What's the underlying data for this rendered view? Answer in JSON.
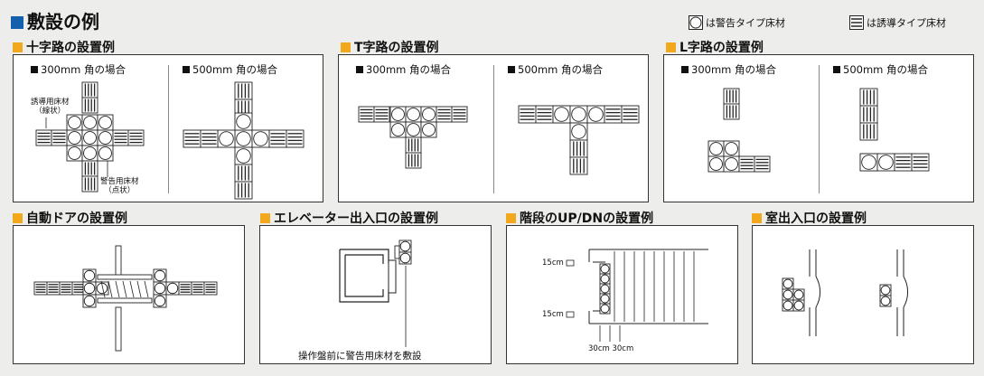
{
  "page_title": "敷設の例",
  "legend": {
    "warning": "は警告タイプ床材",
    "guide": "は誘導タイプ床材"
  },
  "sections": {
    "cross": {
      "title": "十字路の設置例",
      "sub300": "300mm 角の場合",
      "sub500": "500mm 角の場合",
      "note_guide": [
        "誘導用床材",
        "（線状）"
      ],
      "note_warn": [
        "警告用床材",
        "（点状）"
      ]
    },
    "tee": {
      "title": "T字路の設置例",
      "sub300": "300mm 角の場合",
      "sub500": "500mm 角の場合"
    },
    "ell": {
      "title": "L字路の設置例",
      "sub300": "300mm 角の場合",
      "sub500": "500mm 角の場合"
    },
    "door": {
      "title": "自動ドアの設置例"
    },
    "elevator": {
      "title": "エレベーター出入口の設置例",
      "caption": "操作盤前に警告用床材を敷設"
    },
    "stairs": {
      "title": "階段のUP/DNの設置例",
      "label_top": "15cm",
      "label_bottom": "15cm",
      "label_width": "30cm 30cm"
    },
    "room": {
      "title": "室出入口の設置例"
    }
  },
  "colors": {
    "accent": "#f2a81d",
    "title_square": "#1560ad",
    "line": "#222222"
  }
}
